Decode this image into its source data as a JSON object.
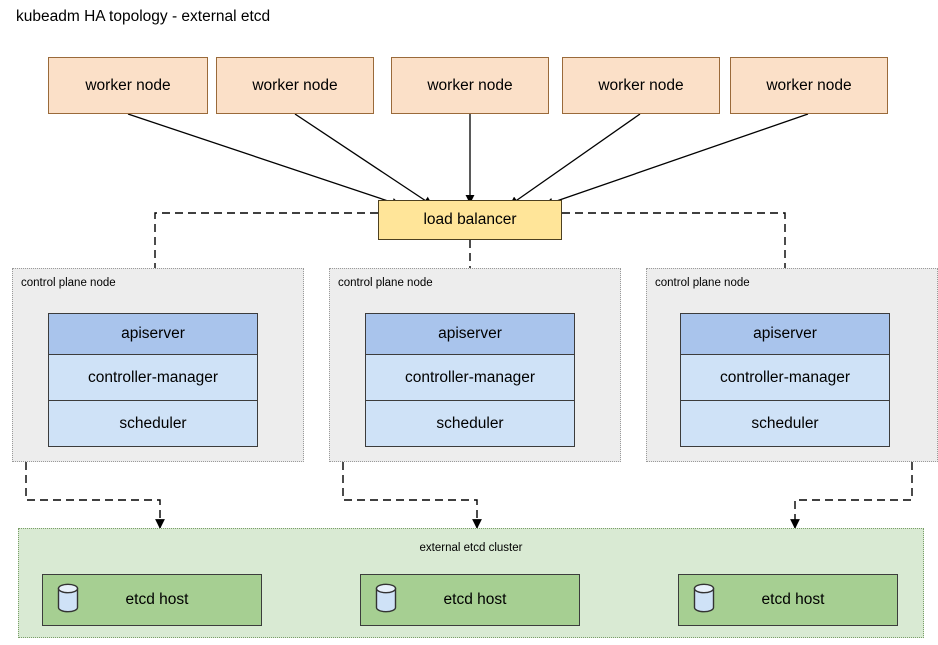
{
  "diagram": {
    "title": "kubeadm HA topology - external etcd",
    "colors": {
      "worker_fill": "#fbe0c8",
      "worker_stroke": "#9a6a3a",
      "lb_fill": "#ffe599",
      "lb_stroke": "#4d4020",
      "apiserver_fill": "#a9c4ec",
      "component_fill": "#cfe2f7",
      "component_stroke": "#3c3c3c",
      "cp_group_fill": "#ededed",
      "cp_group_stroke": "#9a9a9a",
      "etcd_group_fill": "#d9ead3",
      "etcd_group_stroke": "#7b9e6a",
      "etcd_host_fill": "#a6cf92",
      "edge_stroke": "#000000"
    },
    "workers": [
      {
        "label": "worker node"
      },
      {
        "label": "worker node"
      },
      {
        "label": "worker node"
      },
      {
        "label": "worker node"
      },
      {
        "label": "worker node"
      }
    ],
    "load_balancer": {
      "label": "load balancer"
    },
    "control_planes": [
      {
        "label": "control plane node",
        "components": [
          {
            "label": "apiserver"
          },
          {
            "label": "controller-manager"
          },
          {
            "label": "scheduler"
          }
        ]
      },
      {
        "label": "control plane node",
        "components": [
          {
            "label": "apiserver"
          },
          {
            "label": "controller-manager"
          },
          {
            "label": "scheduler"
          }
        ]
      },
      {
        "label": "control plane node",
        "components": [
          {
            "label": "apiserver"
          },
          {
            "label": "controller-manager"
          },
          {
            "label": "scheduler"
          }
        ]
      }
    ],
    "etcd_cluster": {
      "label": "external etcd cluster",
      "hosts": [
        {
          "label": "etcd host",
          "icon": "database-cylinder-icon"
        },
        {
          "label": "etcd host",
          "icon": "database-cylinder-icon"
        },
        {
          "label": "etcd host",
          "icon": "database-cylinder-icon"
        }
      ]
    }
  }
}
